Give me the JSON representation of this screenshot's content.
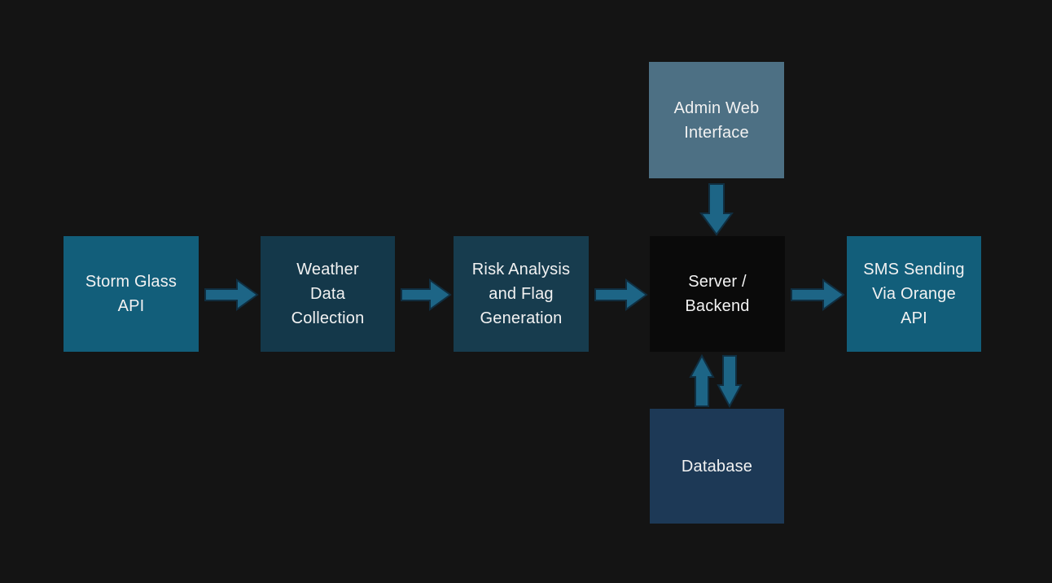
{
  "diagram": {
    "background": "#141414",
    "text_color": "#F2F2F2",
    "arrow_fill": "#1D6586",
    "arrow_stroke": "#102E40",
    "nodes": [
      {
        "id": "storm-glass-api",
        "label": "Storm Glass API",
        "lines": [
          "Storm Glass",
          "API"
        ],
        "color": "#125E7A"
      },
      {
        "id": "weather-data-collection",
        "label": "Weather Data Collection",
        "lines": [
          "Weather",
          "Data",
          "Collection"
        ],
        "color": "#14384A"
      },
      {
        "id": "risk-analysis-and-flag-generation",
        "label": "Risk Analysis and Flag Generation",
        "lines": [
          "Risk Analysis",
          "and Flag",
          "Generation"
        ],
        "color": "#173C4E"
      },
      {
        "id": "server-backend",
        "label": "Server / Backend",
        "lines": [
          "Server /",
          "Backend"
        ],
        "color": "#0A0A0A"
      },
      {
        "id": "sms-sending-via-orange-api",
        "label": "SMS Sending Via Orange API",
        "lines": [
          "SMS Sending",
          "Via Orange",
          "API"
        ],
        "color": "#125E7A"
      },
      {
        "id": "admin-web-interface",
        "label": "Admin Web Interface",
        "lines": [
          "Admin Web",
          "Interface"
        ],
        "color": "#4D7084"
      },
      {
        "id": "database",
        "label": "Database",
        "lines": [
          "Database"
        ],
        "color": "#1D3956"
      }
    ],
    "edges": [
      {
        "from": "storm-glass-api",
        "to": "weather-data-collection",
        "direction": "right"
      },
      {
        "from": "weather-data-collection",
        "to": "risk-analysis-and-flag-generation",
        "direction": "right"
      },
      {
        "from": "risk-analysis-and-flag-generation",
        "to": "server-backend",
        "direction": "right"
      },
      {
        "from": "server-backend",
        "to": "sms-sending-via-orange-api",
        "direction": "right"
      },
      {
        "from": "admin-web-interface",
        "to": "server-backend",
        "direction": "down"
      },
      {
        "from": "database",
        "to": "server-backend",
        "direction": "up"
      },
      {
        "from": "server-backend",
        "to": "database",
        "direction": "down"
      }
    ]
  }
}
